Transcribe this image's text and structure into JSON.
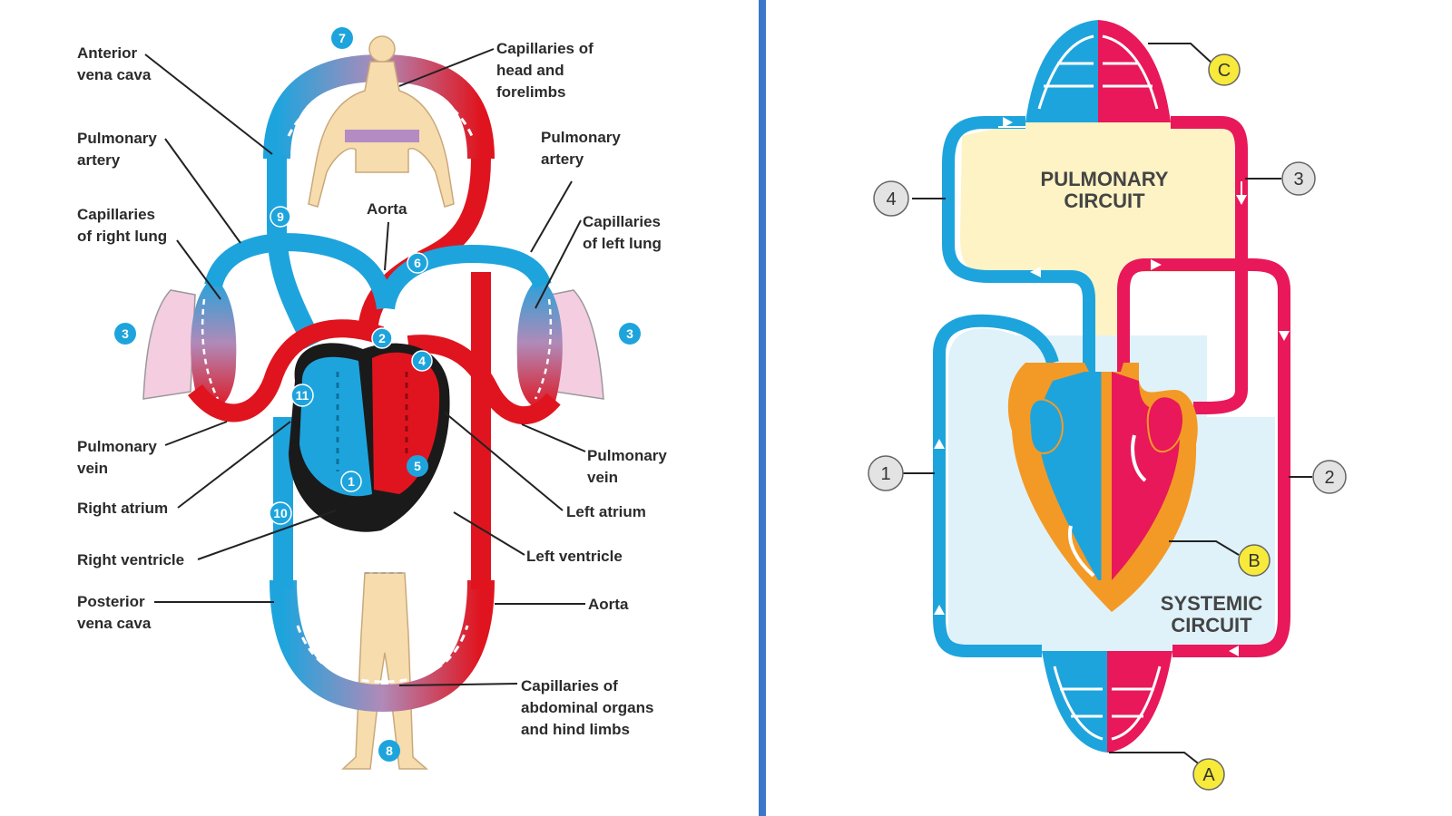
{
  "colors": {
    "blue": "#1ea4dd",
    "red": "#e0141e",
    "pink": "#e8185a",
    "divider": "#3b78c8",
    "skin": "#f7dcae",
    "lung": "#f4cde0",
    "pulmonary_bg": "#fdf3c5",
    "systemic_bg": "#dff2fa",
    "heart_outer": "#f39a26",
    "callout_yellow": "#f7ea3b",
    "callout_grey": "#e3e3e3"
  },
  "left_diagram": {
    "labels": {
      "anterior_vena_cava": [
        "Anterior",
        "vena cava"
      ],
      "pulmonary_artery_left": [
        "Pulmonary",
        "artery"
      ],
      "capillaries_right_lung": [
        "Capillaries",
        "of right lung"
      ],
      "pulmonary_vein_left": [
        "Pulmonary",
        "vein"
      ],
      "right_atrium": "Right atrium",
      "right_ventricle": "Right ventricle",
      "posterior_vena_cava": [
        "Posterior",
        "vena cava"
      ],
      "capillaries_head": [
        "Capillaries of",
        "head and",
        "forelimbs"
      ],
      "pulmonary_artery_right": [
        "Pulmonary",
        "artery"
      ],
      "aorta_top": "Aorta",
      "capillaries_left_lung": [
        "Capillaries",
        "of left lung"
      ],
      "pulmonary_vein_right": [
        "Pulmonary",
        "vein"
      ],
      "left_atrium": "Left atrium",
      "left_ventricle": "Left ventricle",
      "aorta_bottom": "Aorta",
      "capillaries_abdominal": [
        "Capillaries of",
        "abdominal organs",
        "and hind limbs"
      ]
    },
    "markers": {
      "m7": "7",
      "m3_left": "3",
      "m3_right": "3",
      "m9": "9",
      "m6": "6",
      "m2": "2",
      "m4": "4",
      "m11": "11",
      "m5": "5",
      "m1": "1",
      "m10": "10",
      "m8": "8"
    }
  },
  "right_diagram": {
    "pulmonary_circuit": [
      "PULMONARY",
      "CIRCUIT"
    ],
    "systemic_circuit": [
      "SYSTEMIC",
      "CIRCUIT"
    ],
    "callouts": {
      "c1": "1",
      "c2": "2",
      "c3": "3",
      "c4": "4",
      "cA": "A",
      "cB": "B",
      "cC": "C"
    }
  }
}
